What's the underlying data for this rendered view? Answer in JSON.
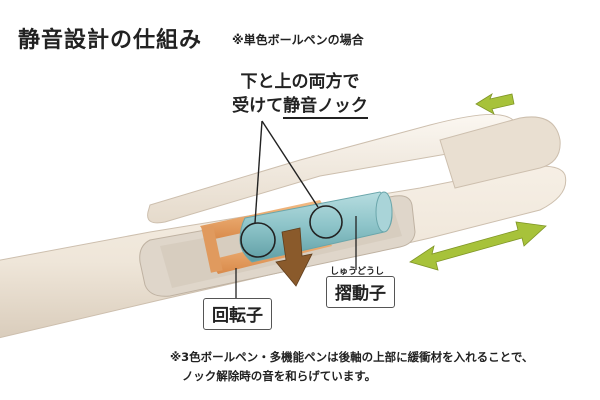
{
  "title": "静音設計の仕組み",
  "title_note": "※単色ボールペンの場合",
  "callout": {
    "line1": "下と上の両方で",
    "line2_prefix": "受けて",
    "line2_highlight": "静音ノック"
  },
  "labels": {
    "rotor": "回転子",
    "slider": "摺動子",
    "slider_ruby": "しゅうどうし"
  },
  "footnote": {
    "line1": "※3色ボールペン・多機能ペンは後軸の上部に緩衝材を入れることで、",
    "line2": "ノック解除時の音を和らげています。"
  },
  "colors": {
    "pen_body": "#efe6d9",
    "pen_shadow": "#cdbfae",
    "rotor_orange": "#e8a064",
    "slider_teal": "#8cc3c8",
    "arrow_brown": "#8a5a2b",
    "arrow_green": "#a7c23a"
  }
}
